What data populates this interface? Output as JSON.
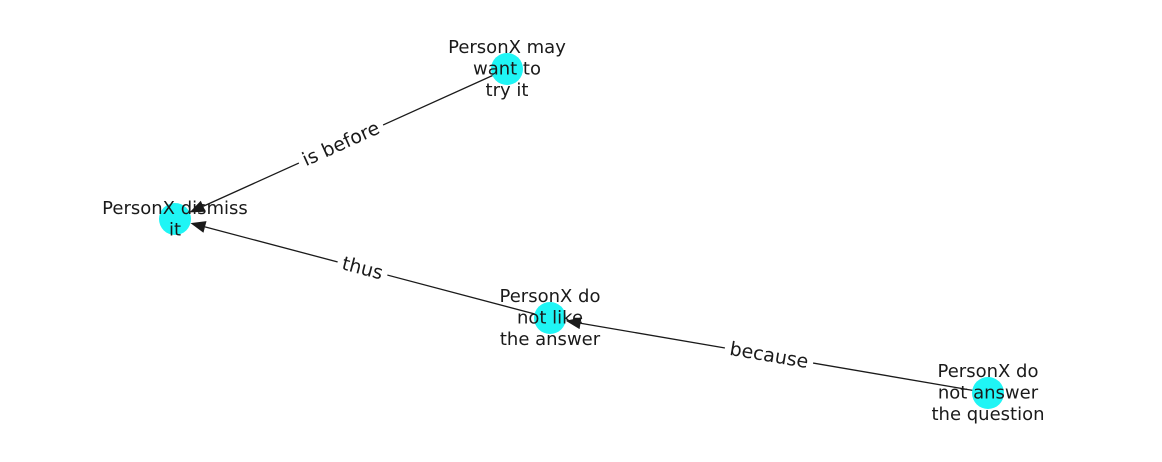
{
  "graph": {
    "node_color": "#1ff5f5",
    "edge_color": "#1a1a1a",
    "nodes": [
      {
        "id": "n_dismiss",
        "lines": [
          "PersonX dismiss",
          "it"
        ]
      },
      {
        "id": "n_try",
        "lines": [
          "PersonX may",
          "want to",
          "try it"
        ]
      },
      {
        "id": "n_dislike",
        "lines": [
          "PersonX do",
          "not like",
          "the answer"
        ]
      },
      {
        "id": "n_noanswer",
        "lines": [
          "PersonX do",
          "not answer",
          "the question"
        ]
      }
    ],
    "edges": [
      {
        "id": "e_isbefore",
        "source": "n_try",
        "target": "n_dismiss",
        "label": "is before"
      },
      {
        "id": "e_thus",
        "source": "n_dislike",
        "target": "n_dismiss",
        "label": "thus"
      },
      {
        "id": "e_because",
        "source": "n_noanswer",
        "target": "n_dislike",
        "label": "because"
      }
    ]
  }
}
